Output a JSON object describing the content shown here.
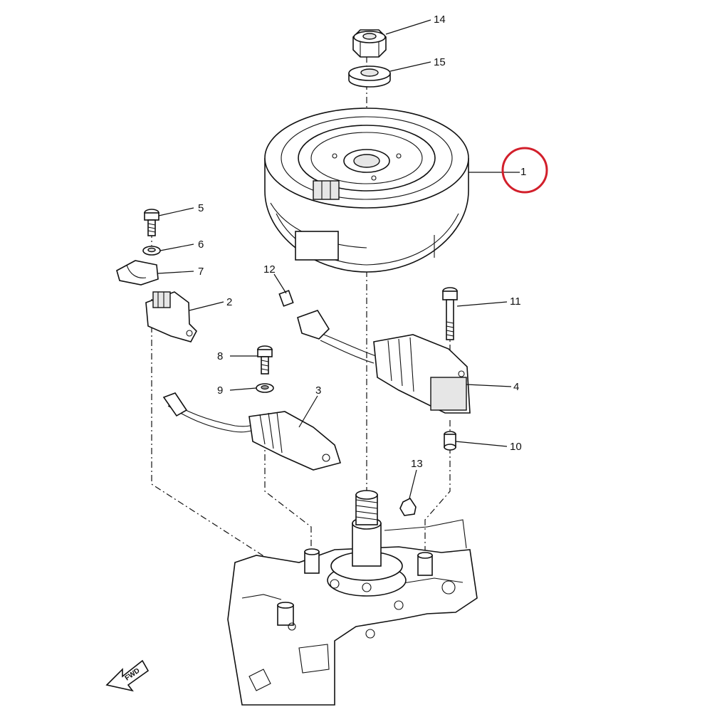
{
  "callouts": [
    {
      "id": "1",
      "label": "1",
      "highlighted": true
    },
    {
      "id": "2",
      "label": "2"
    },
    {
      "id": "3",
      "label": "3"
    },
    {
      "id": "4",
      "label": "4"
    },
    {
      "id": "5",
      "label": "5"
    },
    {
      "id": "6",
      "label": "6"
    },
    {
      "id": "7",
      "label": "7"
    },
    {
      "id": "8",
      "label": "8"
    },
    {
      "id": "9",
      "label": "9"
    },
    {
      "id": "10",
      "label": "10"
    },
    {
      "id": "11",
      "label": "11"
    },
    {
      "id": "12",
      "label": "12"
    },
    {
      "id": "13",
      "label": "13"
    },
    {
      "id": "14",
      "label": "14"
    },
    {
      "id": "15",
      "label": "15"
    }
  ],
  "direction_badge": "FWD",
  "colors": {
    "line": "#111111",
    "highlight": "#d21f2b",
    "background": "#ffffff"
  }
}
